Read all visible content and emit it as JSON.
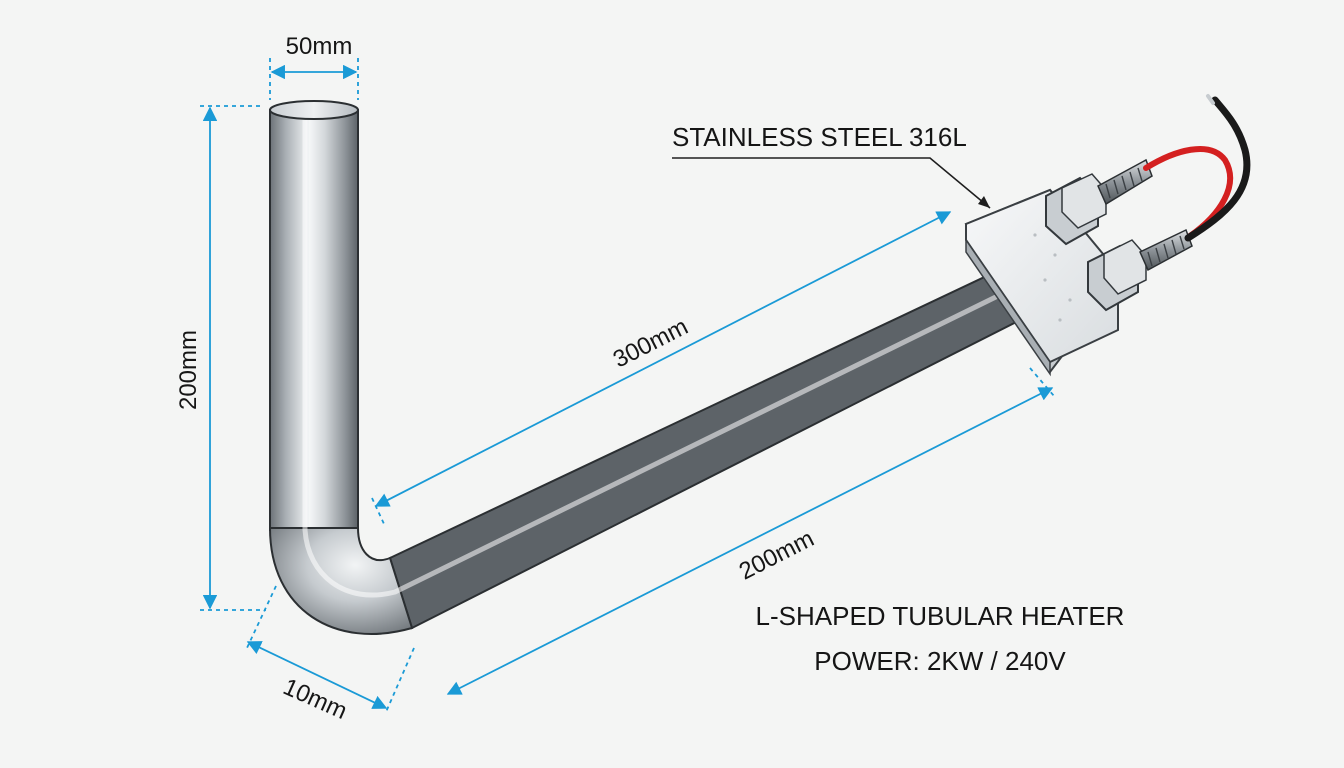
{
  "dimensions": {
    "top_width": "50mm",
    "vertical_height": "200mm",
    "upper_diagonal": "300mm",
    "lower_diagonal": "200mm",
    "tube_diameter": "10mm"
  },
  "callout": {
    "material": "STAINLESS STEEL 316L"
  },
  "caption": {
    "title": "L-SHAPED TUBULAR HEATER",
    "power": "POWER: 2KW / 240V"
  },
  "colors": {
    "dimension_line": "#1a9ad6",
    "background": "#f4f5f4",
    "wire_red": "#d42020",
    "wire_black": "#1a1a1a",
    "tube_metal": "#b8bdc2"
  }
}
